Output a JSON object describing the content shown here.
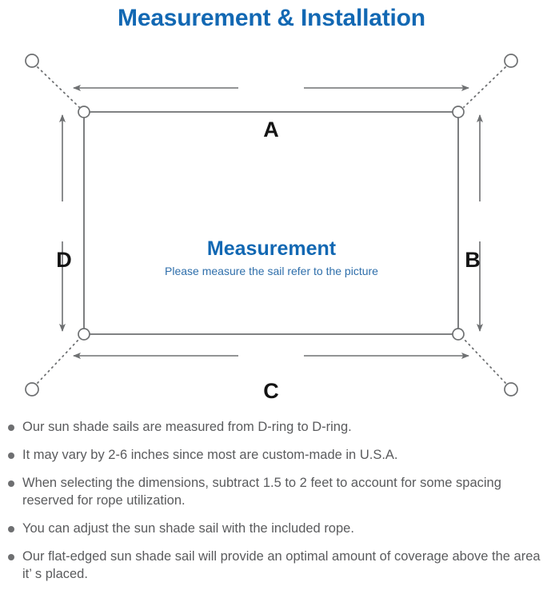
{
  "header": {
    "title": "Measurement & Installation",
    "title_color": "#1268b3"
  },
  "diagram": {
    "center_title": "Measurement",
    "center_subtitle": "Please measure the sail refer to the picture",
    "center_title_color": "#1268b3",
    "center_subtitle_color": "#2f6fab",
    "line_color": "#6e7072",
    "labels": {
      "top": "A",
      "right": "B",
      "bottom": "C",
      "left": "D"
    },
    "icons": {
      "anchor_point": "anchor-ring-icon",
      "d_ring": "d-ring-icon",
      "rope": "dotted-rope-line",
      "dimension_arrow": "double-arrow-icon"
    }
  },
  "notes": {
    "items": [
      "Our sun shade sails are measured from D-ring to D-ring.",
      "It may vary by 2-6 inches since most are custom-made in U.S.A.",
      "When selecting the dimensions, subtract 1.5 to 2 feet to account for some spacing reserved for rope utilization.",
      "You can adjust the sun shade sail with the included rope.",
      "Our flat-edged sun shade sail will provide an optimal amount of coverage above the area it’ s placed."
    ]
  }
}
